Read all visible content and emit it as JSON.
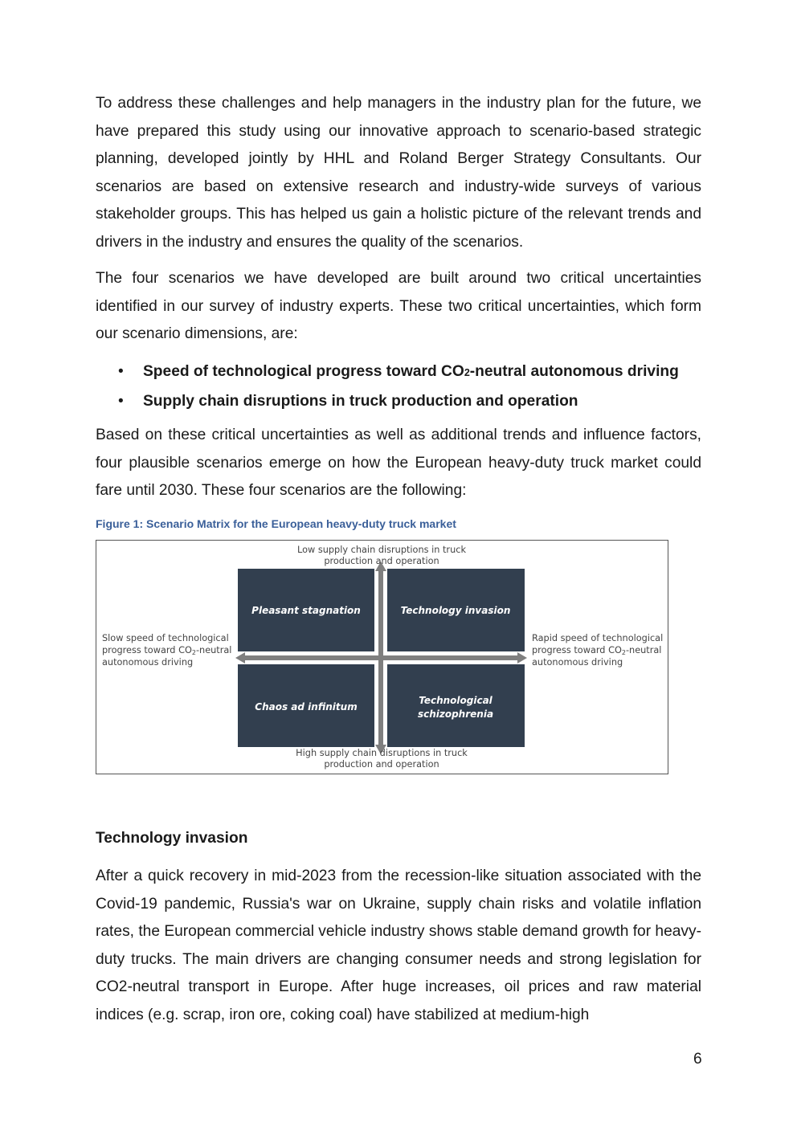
{
  "paragraphs": {
    "p1": "To address these challenges and help managers in the industry plan for the future, we have prepared this study using our innovative approach to scenario-based strategic planning, developed jointly by HHL and Roland Berger Strategy Consultants. Our scenarios are based on extensive research and industry-wide surveys of various stakeholder groups. This has helped us gain a holistic picture of the relevant trends and drivers in the industry and ensures the quality of the scenarios.",
    "p2": "The four scenarios we have developed are built around two critical uncertainties identified in our survey of industry experts. These two critical uncertainties, which form our scenario dimensions, are:",
    "p3": "Based on these critical uncertainties as well as additional trends and influence factors, four plausible scenarios emerge on how the European heavy-duty truck market could fare until 2030. These four scenarios are the following:",
    "p4": "After a quick recovery in mid-2023 from the recession-like situation associated with the Covid-19 pandemic, Russia's war on Ukraine, supply chain risks and volatile inflation rates, the European commercial vehicle industry shows stable demand growth for heavy-duty trucks. The main drivers are changing consumer needs and strong legislation for CO2-neutral transport in Europe. After huge increases, oil prices and raw material indices (e.g. scrap, iron ore, coking coal) have stabilized at medium-high"
  },
  "bullets": {
    "b1_pre": "Speed of technological progress toward CO",
    "b1_sub": "2",
    "b1_post": "-neutral autonomous driving",
    "b2": "Supply chain disruptions in truck production and operation",
    "marker": "•"
  },
  "figure": {
    "caption": "Figure 1: Scenario Matrix for the European heavy-duty truck market",
    "top_label_1": "Low supply chain disruptions in truck",
    "top_label_2": "production and operation",
    "bottom_label_1": "High supply chain disruptions in truck",
    "bottom_label_2": "production and operation",
    "left_label_1": "Slow speed of technological",
    "left_label_2_pre": "progress toward CO",
    "left_label_2_sub": "2",
    "left_label_2_post": "-neutral",
    "left_label_3": "autonomous driving",
    "right_label_1": "Rapid speed of technological",
    "right_label_2_pre": "progress toward CO",
    "right_label_2_sub": "2",
    "right_label_2_post": "-neutral",
    "right_label_3": "autonomous driving",
    "quadrants": {
      "top_left": "Pleasant stagnation",
      "top_right": "Technology invasion",
      "bottom_left": "Chaos ad infinitum",
      "bottom_right_1": "Technological",
      "bottom_right_2": "schizophrenia"
    },
    "colors": {
      "quadrant": "#323f4f",
      "arrow": "#7f7f7f",
      "caption": "#3a5f99"
    }
  },
  "section": {
    "title": "Technology invasion"
  },
  "page_number": "6"
}
